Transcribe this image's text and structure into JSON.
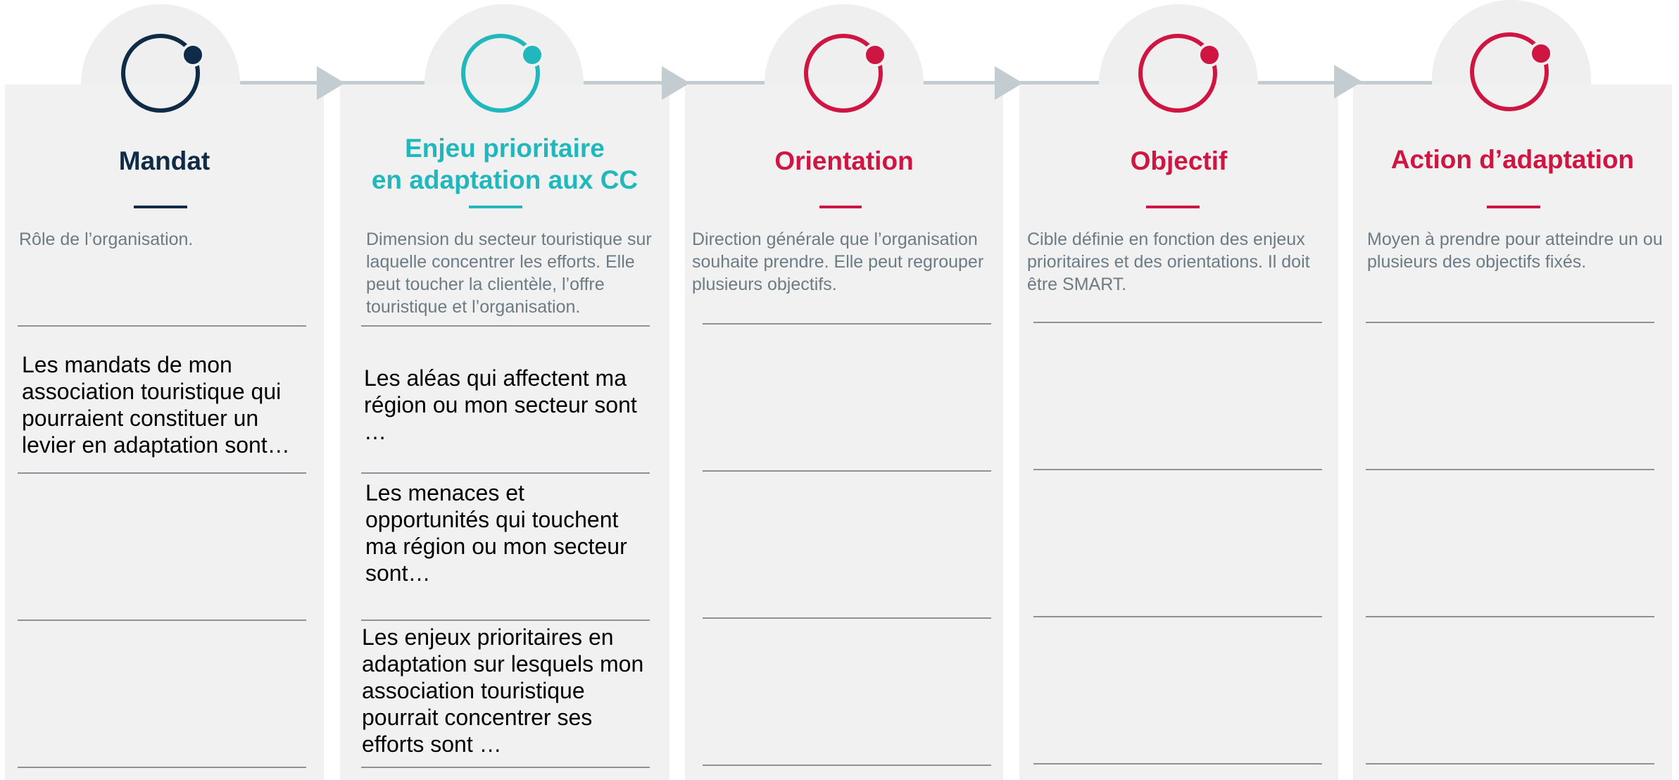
{
  "colors": {
    "navy": "#0e2b47",
    "teal": "#21b8bd",
    "crimson": "#cf1541",
    "panel": "#f1f1f1",
    "connector": "#c3cdd1",
    "description_text": "#6c7b84"
  },
  "icons": [
    "circle-step-icon",
    "arrow-right-icon"
  ],
  "steps": [
    {
      "title": "Mandat",
      "description": "Rôle de l’organisation.",
      "prompts": [
        "Les mandats de mon association touristique qui pourraient constituer un levier en adaptation sont…"
      ]
    },
    {
      "title": "Enjeu prioritaire\nen adaptation aux CC",
      "description": "Dimension du secteur touristique sur laquelle concentrer les efforts. Elle peut toucher la clientèle, l’offre touristique et l’organisation.",
      "prompts": [
        "Les aléas qui affectent ma région ou mon secteur sont …",
        "Les menaces et opportunités qui touchent ma région ou mon secteur sont…",
        "Les enjeux prioritaires en adaptation sur lesquels mon association touristique pourrait concentrer ses efforts sont …"
      ]
    },
    {
      "title": "Orientation",
      "description": "Direction générale que l’organisation souhaite prendre. Elle peut regrouper plusieurs objectifs.",
      "prompts": []
    },
    {
      "title": "Objectif",
      "description": "Cible définie en fonction des enjeux prioritaires et des orientations. Il doit être SMART.",
      "prompts": []
    },
    {
      "title": "Action d’adaptation",
      "description": "Moyen à prendre pour atteindre un ou plusieurs des objectifs fixés.",
      "prompts": []
    }
  ]
}
